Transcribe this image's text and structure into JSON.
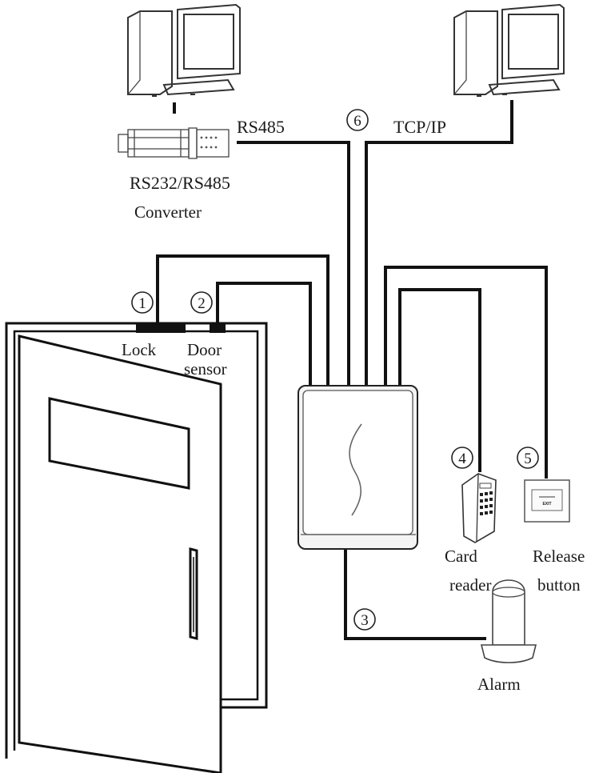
{
  "labels": {
    "rs485": "RS485",
    "tcpip": "TCP/IP",
    "converter_line1": "RS232/RS485",
    "converter_line2": "Converter",
    "lock": "Lock",
    "door_sensor_line1": "Door",
    "door_sensor_line2": "sensor",
    "card_reader_line1": "Card",
    "card_reader_line2": "reader",
    "release_button_line1": "Release",
    "release_button_line2": "button",
    "alarm": "Alarm"
  },
  "markers": {
    "lock": "1",
    "door_sensor": "2",
    "alarm": "3",
    "card_reader": "4",
    "release_button": "5",
    "network": "6"
  },
  "icons": {
    "computer": "desktop-computer-icon",
    "converter": "rs232-rs485-converter-icon",
    "controller": "access-controller-icon",
    "card_reader": "card-reader-keypad-icon",
    "release_button": "exit-release-button-icon",
    "alarm": "alarm-siren-icon",
    "door": "door-icon"
  },
  "release_button_face": [
    "EXIT"
  ],
  "colors": {
    "ink": "#111111",
    "background": "#ffffff"
  }
}
